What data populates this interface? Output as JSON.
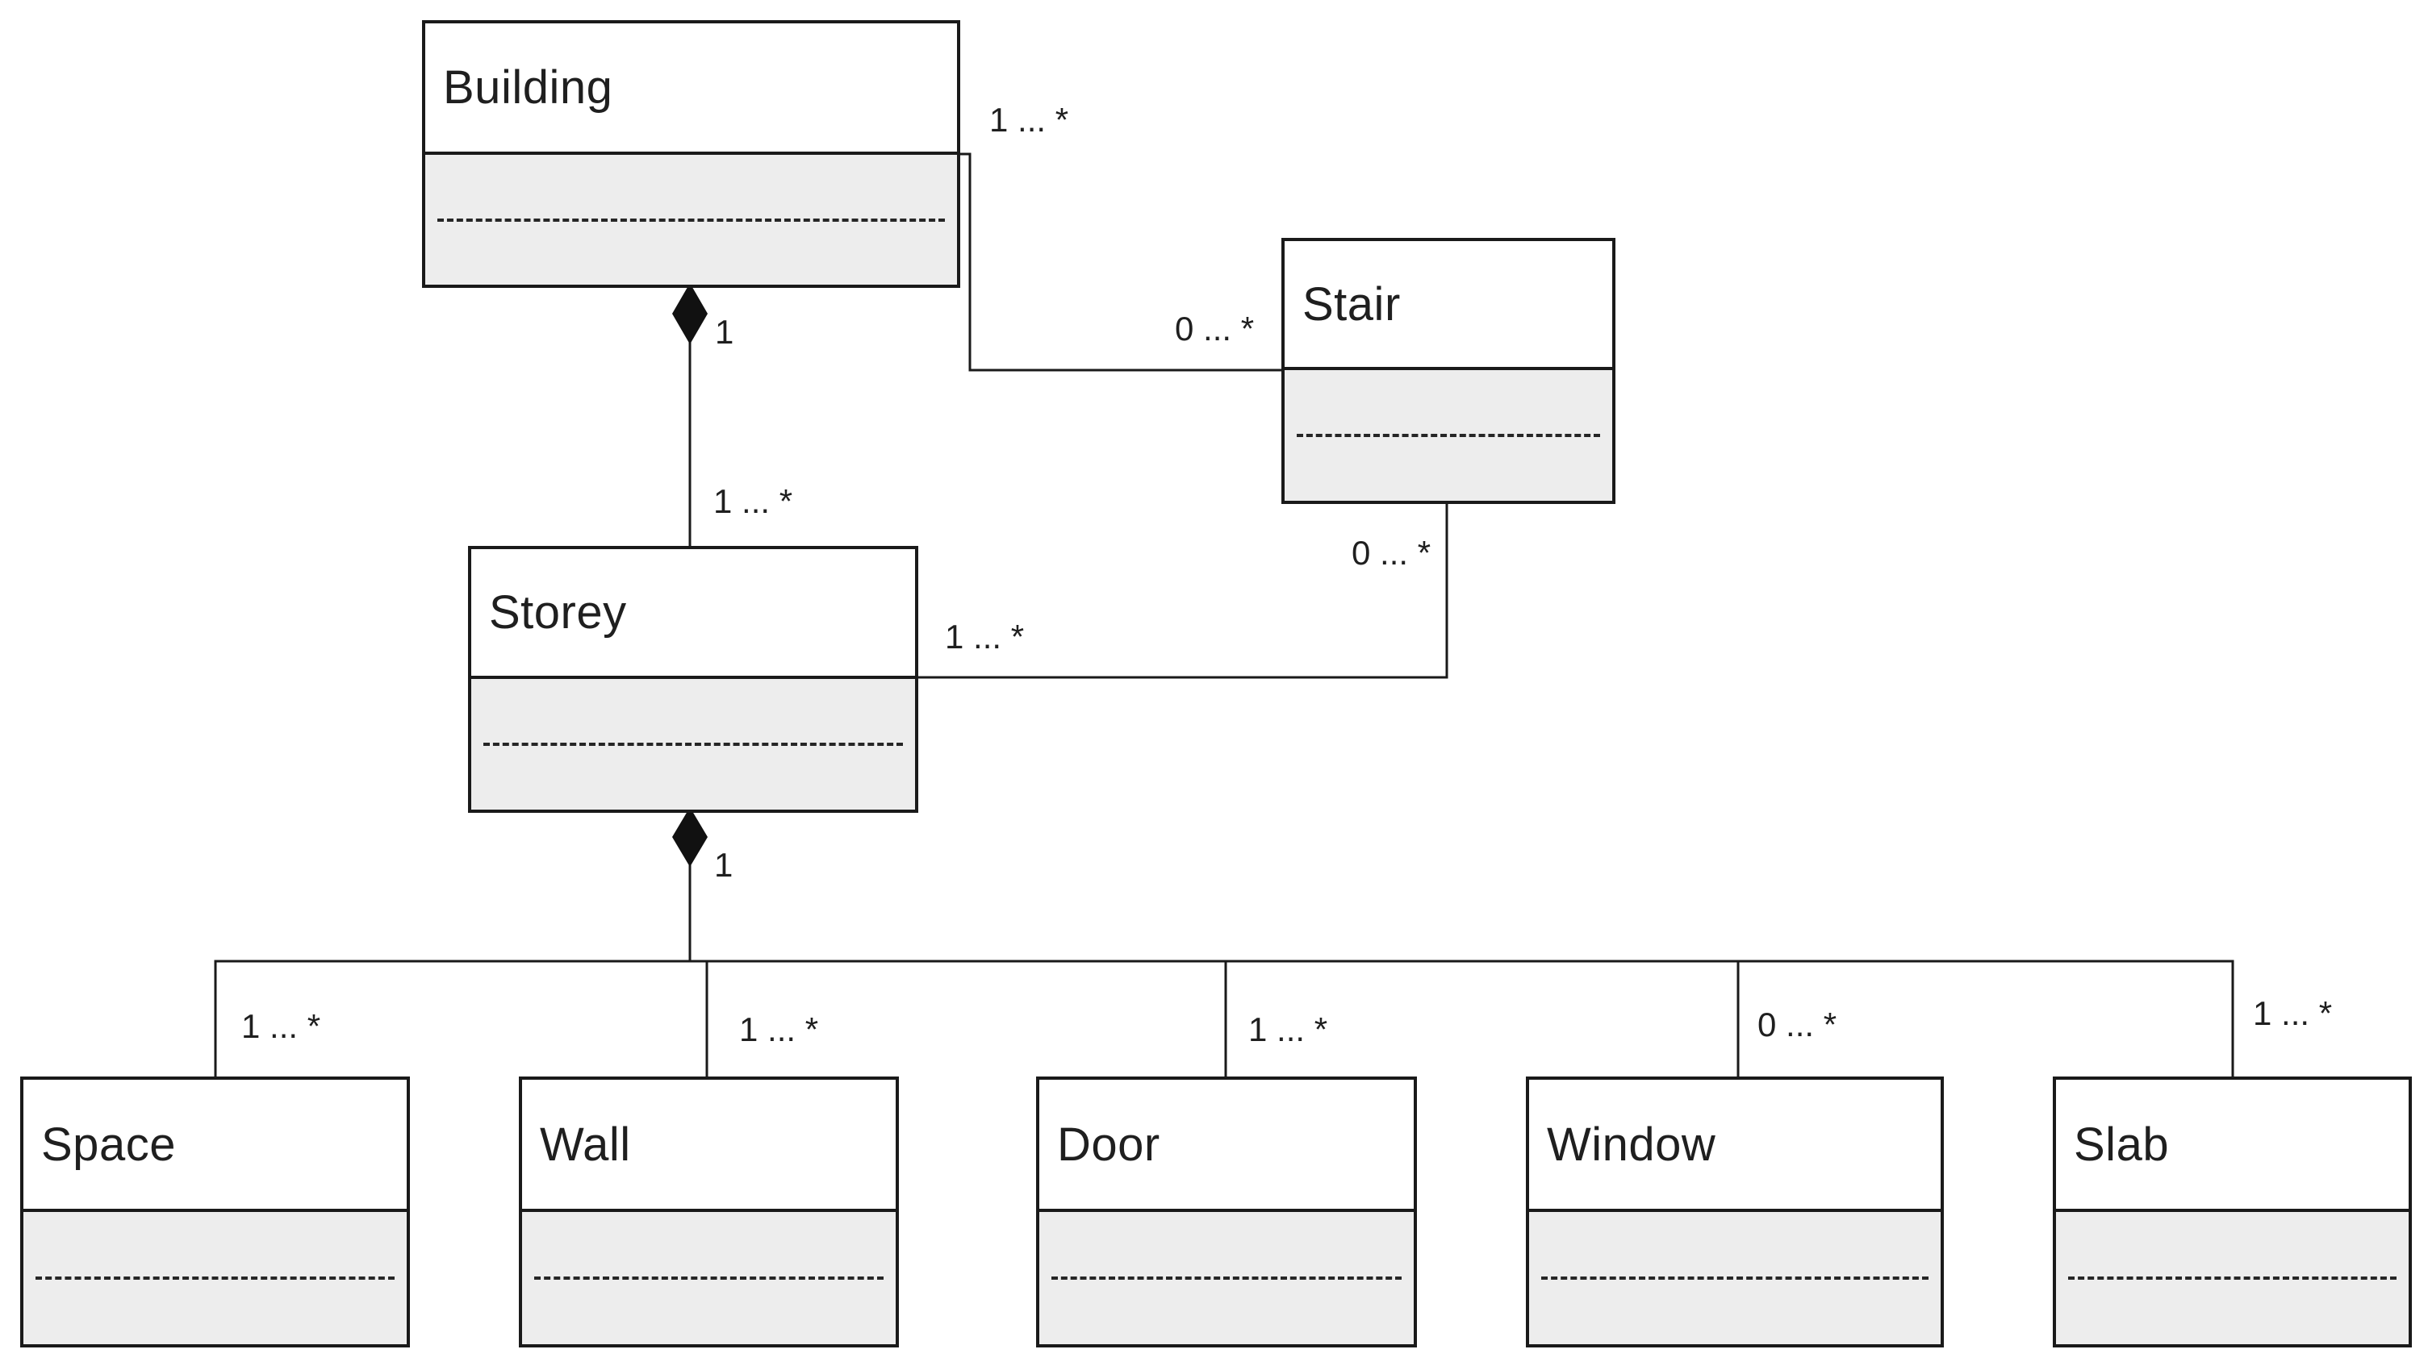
{
  "diagram": {
    "kind": "UML class diagram",
    "background": "#ffffff"
  },
  "colors": {
    "border": "#1a1a1a",
    "title_fill": "#ffffff",
    "attribute_fill": "#ededed",
    "line": "#1a1a1a",
    "text": "#1f1f1f"
  },
  "classes": {
    "building": {
      "name": "Building",
      "attributes_empty": true
    },
    "stair": {
      "name": "Stair",
      "attributes_empty": true
    },
    "storey": {
      "name": "Storey",
      "attributes_empty": true
    },
    "space": {
      "name": "Space",
      "attributes_empty": true
    },
    "wall": {
      "name": "Wall",
      "attributes_empty": true
    },
    "door": {
      "name": "Door",
      "attributes_empty": true
    },
    "window": {
      "name": "Window",
      "attributes_empty": true
    },
    "slab": {
      "name": "Slab",
      "attributes_empty": true
    }
  },
  "relationships": {
    "building_storey": {
      "type": "composition",
      "whole": "Building",
      "part": "Storey",
      "whole_multiplicity": "1",
      "part_multiplicity": "1 ... *"
    },
    "building_stair": {
      "type": "association",
      "from": "Building",
      "to": "Stair",
      "from_multiplicity": "1 ... *",
      "to_multiplicity": "0 ... *"
    },
    "storey_stair": {
      "type": "association",
      "from": "Storey",
      "to": "Stair",
      "from_multiplicity": "1 ... *",
      "to_multiplicity": "0 ... *"
    },
    "storey_children": {
      "type": "composition",
      "whole": "Storey",
      "whole_multiplicity": "1",
      "parts": [
        {
          "class": "Space",
          "multiplicity": "1 ... *"
        },
        {
          "class": "Wall",
          "multiplicity": "1 ... *"
        },
        {
          "class": "Door",
          "multiplicity": "1 ... *"
        },
        {
          "class": "Window",
          "multiplicity": "0 ... *"
        },
        {
          "class": "Slab",
          "multiplicity": "1 ... *"
        }
      ]
    }
  }
}
